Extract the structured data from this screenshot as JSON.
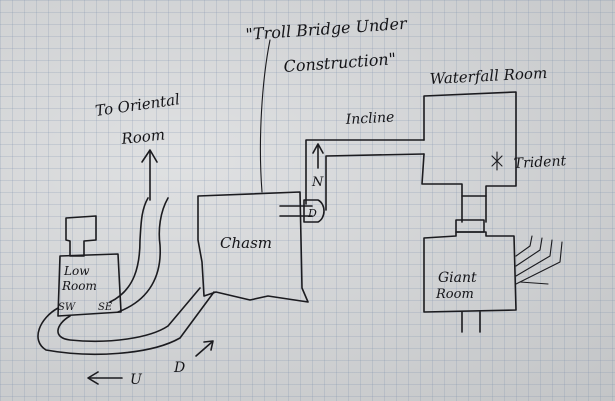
{
  "labels": {
    "to_oriental": "To Oriental",
    "room": "Room",
    "troll_line1": "\"Troll Bridge Under",
    "troll_line2": "Construction\"",
    "waterfall_room": "Waterfall Room",
    "incline": "Incline",
    "trident": "Trident",
    "north": "N",
    "chasm": "Chasm",
    "low": "Low",
    "low_room": "Room",
    "sw": "SW",
    "se": "SE",
    "giant": "Giant",
    "giant_room": "Room",
    "up": "U",
    "down": "D",
    "down_door": "D"
  },
  "colors": {
    "ink": "#1b1b1f",
    "paper": "#cfd1d3",
    "grid": "#788caa"
  }
}
